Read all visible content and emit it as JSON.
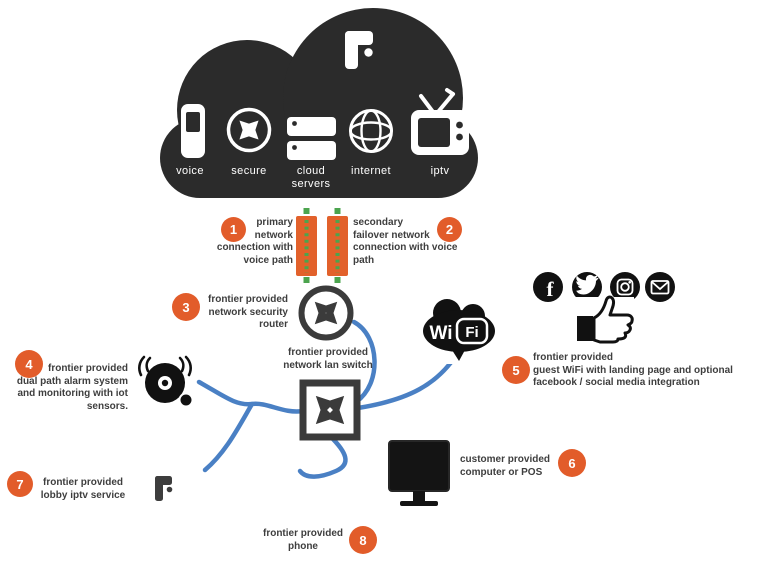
{
  "colors": {
    "cloud_dark": "#2b2b2b",
    "accent_orange": "#e25c2a",
    "line_blue": "#4a80c4",
    "cable_green": "#4ba44e",
    "icon_dark": "#3b3b3b",
    "text_dark": "#3e3e3e"
  },
  "cloud": {
    "brand_logo": "frontier-f-logo",
    "services": [
      {
        "label": "voice"
      },
      {
        "label": "secure"
      },
      {
        "label": "cloud\nservers"
      },
      {
        "label": "internet"
      },
      {
        "label": "iptv"
      }
    ]
  },
  "annotations": [
    {
      "num": "1",
      "text": "primary\nnetwork\nconnection with\nvoice path"
    },
    {
      "num": "2",
      "text": "secondary\nfailover network\nconnection with voice\npath"
    },
    {
      "num": "3",
      "text": "frontier provided\nnetwork security\nrouter"
    },
    {
      "num": "4",
      "text": "frontier provided\ndual path alarm system\nand monitoring with iot\nsensors."
    },
    {
      "num": "5",
      "text": "frontier provided\nguest WiFi with landing page and optional\nfacebook / social media integration"
    },
    {
      "num": "6",
      "text": "customer provided\ncomputer or POS"
    },
    {
      "num": "7",
      "text": "frontier provided\nlobby iptv service"
    },
    {
      "num": "8",
      "text": "frontier provided\nphone"
    }
  ],
  "hub": {
    "lan_switch_label": "frontier provided\nnetwork lan switch"
  },
  "wifi_logo": {
    "wi": "Wi",
    "fi": "Fi"
  },
  "social": {
    "facebook_glyph": "f"
  }
}
